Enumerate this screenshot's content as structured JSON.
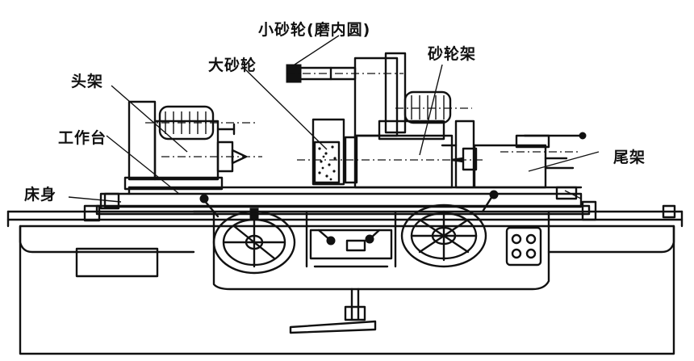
{
  "labels": {
    "small_wheel": "小砂轮(磨内圆)",
    "large_wheel": "大砂轮",
    "wheel_head": "砂轮架",
    "headstock": "头架",
    "worktable": "工作台",
    "bed": "床身",
    "tailstock": "尾架"
  }
}
